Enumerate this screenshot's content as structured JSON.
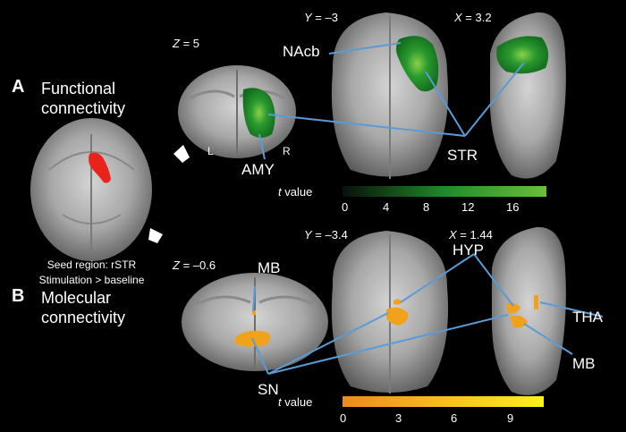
{
  "panel_a": {
    "letter": "A",
    "title_line1": "Functional",
    "title_line2": "connectivity",
    "z_label": "Z",
    "z_value": "5",
    "y_label": "Y",
    "y_value": "–3",
    "x_label": "X",
    "x_value": "3.2",
    "orient_left": "L",
    "orient_right": "R",
    "regions": [
      "NAcb",
      "AMY",
      "STR"
    ],
    "colorbar": {
      "title_italic": "t",
      "title_rest": " value",
      "ticks": [
        "0",
        "4",
        "8",
        "12",
        "16"
      ],
      "color_start": "#0a0f0a",
      "color_end": "#6abf3a"
    }
  },
  "panel_b": {
    "letter": "B",
    "title_line1": "Molecular",
    "title_line2": "connectivity",
    "z_label": "Z",
    "z_value": "–0.6",
    "y_label": "Y",
    "y_value": "–3.4",
    "x_label": "X",
    "x_value": "1.44",
    "regions": [
      "MB",
      "HYP",
      "THA",
      "MB",
      "SN"
    ],
    "colorbar": {
      "title_italic": "t",
      "title_rest": " value",
      "ticks": [
        "0",
        "3",
        "6",
        "9"
      ],
      "color_start": "#ee8a1e",
      "color_end": "#fdf21c"
    }
  },
  "seed": {
    "line1": "Seed region: rSTR",
    "line2": "Stimulation > baseline",
    "color": "#e8231c"
  },
  "colors": {
    "line": "#5b9bd5",
    "green": "#1f8a2a",
    "orange": "#f0a21c"
  }
}
